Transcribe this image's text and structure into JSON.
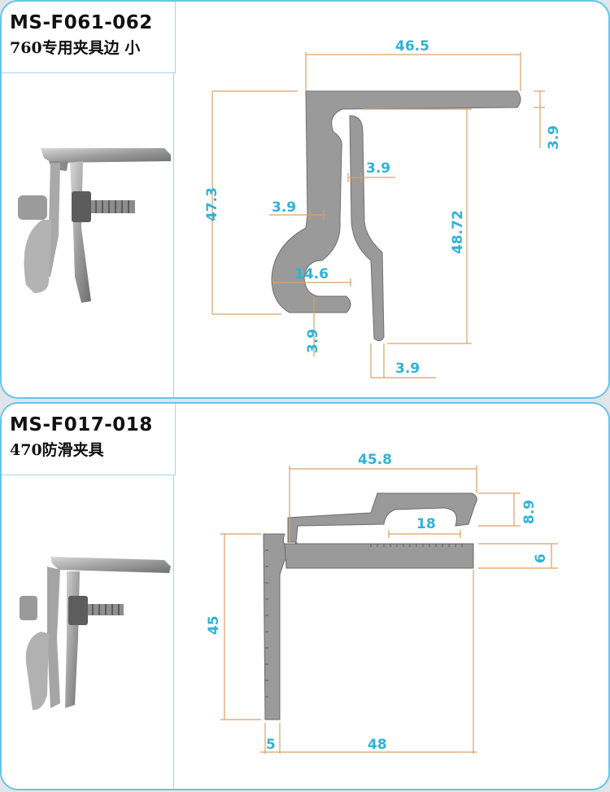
{
  "panels": [
    {
      "model": "MS-F061-062",
      "description": "760专用夹具边 小",
      "dimensions": [
        "46.5",
        "3.9",
        "3.9",
        "47.3",
        "3.9",
        "48.72",
        "14.6",
        "3.9",
        "3.9"
      ]
    },
    {
      "model": "MS-F017-018",
      "description": "470防滑夹具",
      "dimensions": [
        "45.8",
        "8.9",
        "18",
        "6",
        "45",
        "5",
        "48"
      ]
    }
  ],
  "colors": {
    "border": "#66c6e6",
    "dimension_text": "#2fb3d6",
    "dimension_line": "#d9a067",
    "profile_fill": "#9a9a9a"
  }
}
